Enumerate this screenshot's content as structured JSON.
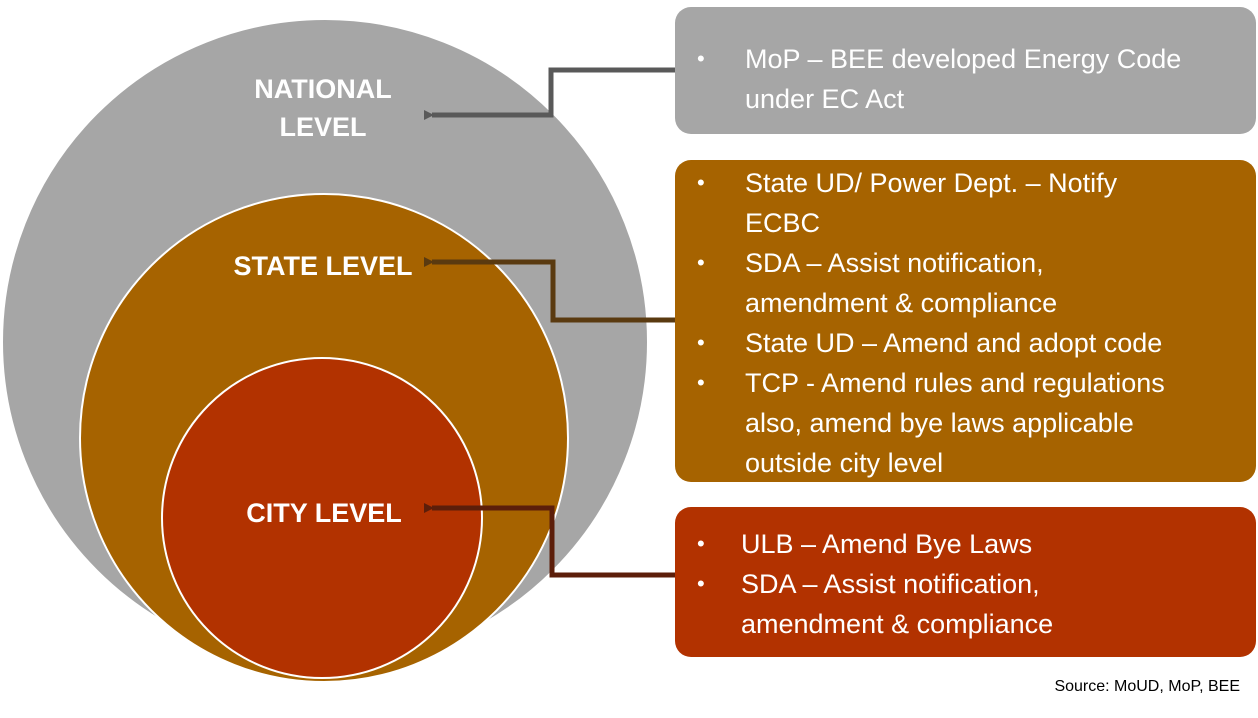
{
  "levels": {
    "national": {
      "label": "NATIONAL\nLEVEL",
      "color": "#a6a6a6"
    },
    "state": {
      "label": "STATE LEVEL",
      "color": "#a66300"
    },
    "city": {
      "label": "CITY LEVEL",
      "color": "#b23200"
    }
  },
  "boxes": {
    "national": {
      "color": "#a6a6a6",
      "items": [
        "MoP – BEE developed Energy Code under EC Act"
      ]
    },
    "state": {
      "color": "#a66300",
      "items": [
        "State UD/ Power Dept. – Notify ECBC",
        "SDA – Assist notification, amendment & compliance",
        "State UD – Amend and adopt code",
        "TCP  - Amend rules and regulations also, amend bye laws applicable outside city level"
      ]
    },
    "city": {
      "color": "#b23200",
      "items": [
        "ULB – Amend Bye Laws",
        "SDA – Assist notification, amendment & compliance"
      ]
    }
  },
  "connector_colors": {
    "national": "#595959",
    "state": "#5a3a10",
    "city": "#5c1e0a"
  },
  "source": "Source: MoUD, MoP, BEE"
}
